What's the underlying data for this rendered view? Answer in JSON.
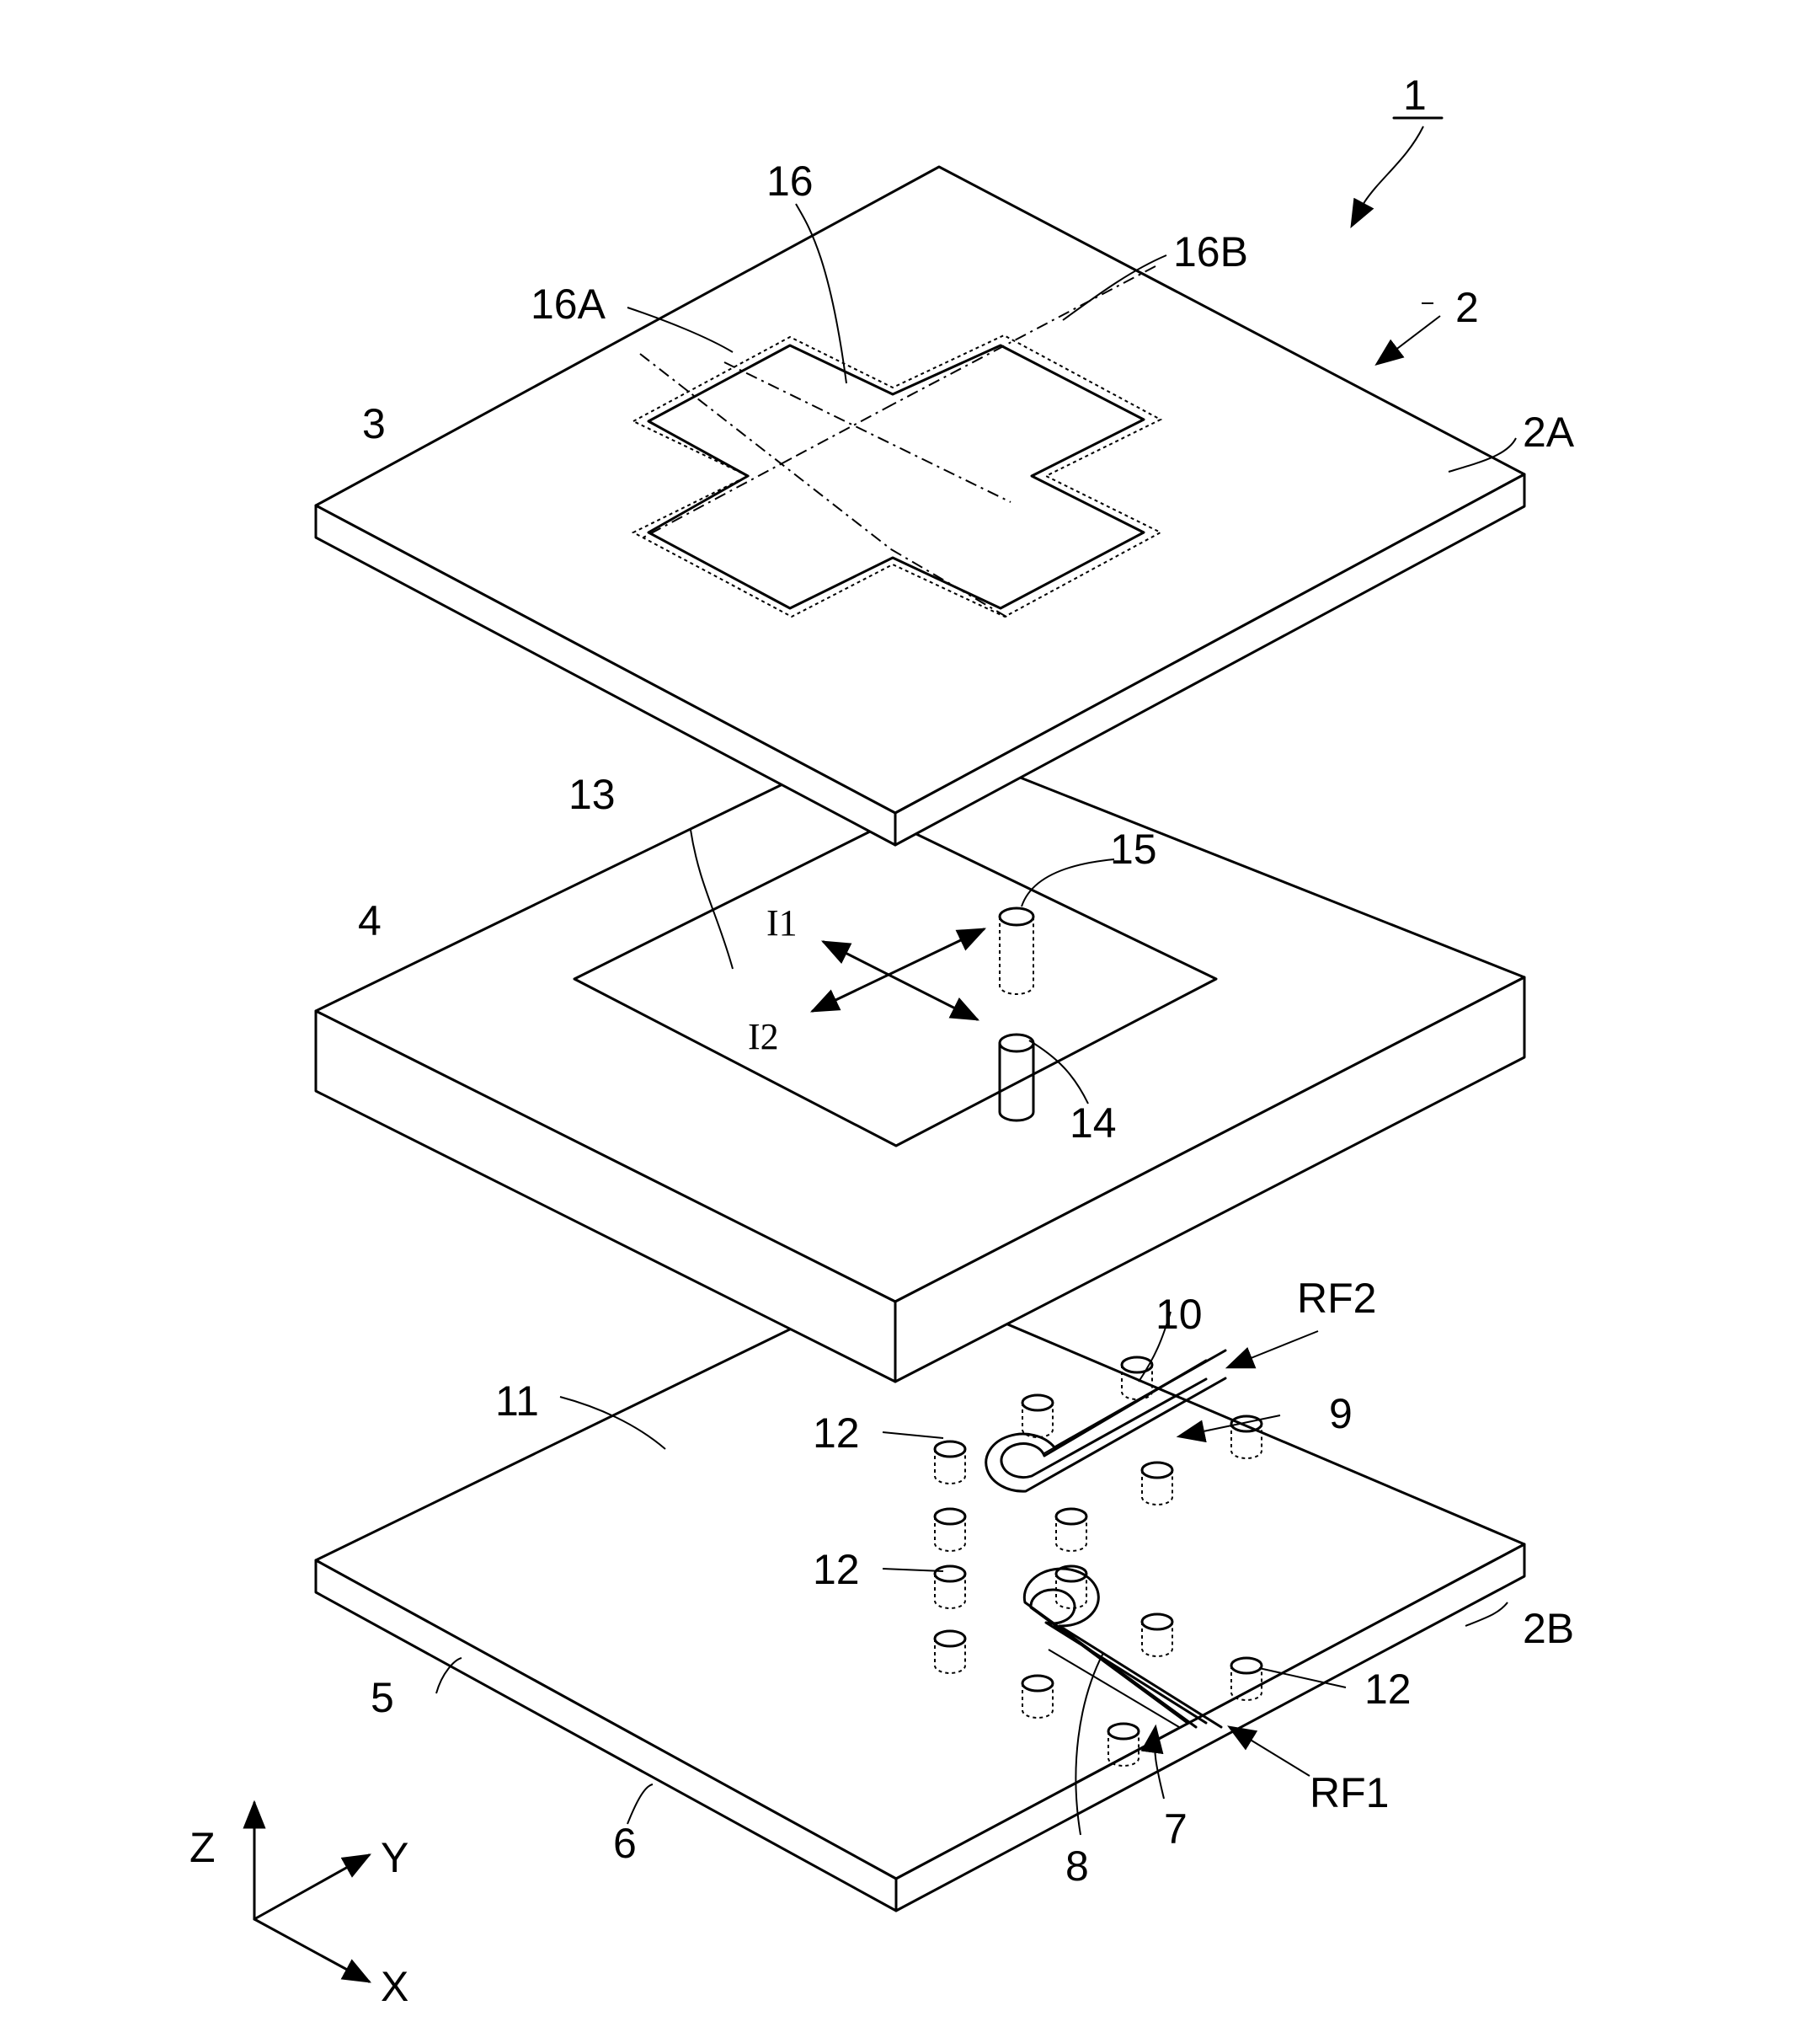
{
  "labels": {
    "fig_ref": "1",
    "antenna": "2",
    "top_surface": "2A",
    "bottom_surface": "2B",
    "layer_top": "3",
    "layer_mid": "4",
    "layer_bot": "5",
    "ground_bottom": "6",
    "line_7": "7",
    "line_8": "8",
    "line_9": "9",
    "line_10": "10",
    "ground_plane": "11",
    "via_a": "12",
    "via_b": "12",
    "via_c": "12",
    "feed_patch": "13",
    "pin_14": "14",
    "pin_15": "15",
    "radiator": "16",
    "radiator_a": "16A",
    "radiator_b": "16B",
    "current_1": "I1",
    "current_2": "I2",
    "rf_1": "RF1",
    "rf_2": "RF2"
  },
  "axes": {
    "z": "Z",
    "y": "Y",
    "x": "X"
  }
}
